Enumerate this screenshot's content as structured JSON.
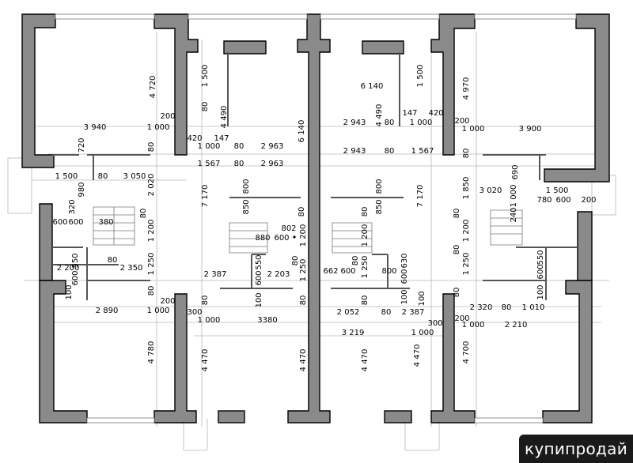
{
  "logo": {
    "text": "купипродай"
  },
  "dimensions": [
    {
      "id": "d-1500-a",
      "text": "1 500",
      "rotate": true
    },
    {
      "id": "d-4720",
      "text": "4 720",
      "rotate": true
    },
    {
      "id": "d-80-a",
      "text": "80",
      "rotate": true
    },
    {
      "id": "d-4490-a",
      "text": "4 490",
      "rotate": true
    },
    {
      "id": "d-200-a",
      "text": "200",
      "rotate": false
    },
    {
      "id": "d-3940",
      "text": "3 940",
      "rotate": false
    },
    {
      "id": "d-1000-a",
      "text": "1 000",
      "rotate": false
    },
    {
      "id": "d-420-a",
      "text": "420",
      "rotate": false
    },
    {
      "id": "d-147-a",
      "text": "147",
      "rotate": false
    },
    {
      "id": "d-1000-b",
      "text": "1 000",
      "rotate": false
    },
    {
      "id": "d-80-b",
      "text": "80",
      "rotate": false
    },
    {
      "id": "d-2963-a",
      "text": "2 963",
      "rotate": false
    },
    {
      "id": "d-6140-a",
      "text": "6 140",
      "rotate": true
    },
    {
      "id": "d-720",
      "text": "720",
      "rotate": true
    },
    {
      "id": "d-80-c",
      "text": "80",
      "rotate": true
    },
    {
      "id": "d-1500-b",
      "text": "1 500",
      "rotate": false
    },
    {
      "id": "d-80-d",
      "text": "80",
      "rotate": false
    },
    {
      "id": "d-3050",
      "text": "3 050",
      "rotate": false
    },
    {
      "id": "d-2020",
      "text": "2 020",
      "rotate": true
    },
    {
      "id": "d-1567-a",
      "text": "1 567",
      "rotate": false
    },
    {
      "id": "d-80-e",
      "text": "80",
      "rotate": false
    },
    {
      "id": "d-2963-b",
      "text": "2 963",
      "rotate": false
    },
    {
      "id": "d-980",
      "text": "980",
      "rotate": true
    },
    {
      "id": "d-7170-a",
      "text": "7 170",
      "rotate": true
    },
    {
      "id": "d-800-a",
      "text": "800",
      "rotate": true
    },
    {
      "id": "d-320",
      "text": "320",
      "rotate": true
    },
    {
      "id": "d-80-f",
      "text": "80",
      "rotate": true
    },
    {
      "id": "d-850-a",
      "text": "850",
      "rotate": true
    },
    {
      "id": "d-80-g",
      "text": "80",
      "rotate": true
    },
    {
      "id": "d-600-a",
      "text": "600",
      "rotate": false
    },
    {
      "id": "d-600-b",
      "text": "600",
      "rotate": false
    },
    {
      "id": "d-380",
      "text": "380",
      "rotate": false
    },
    {
      "id": "d-1200-a",
      "text": "1 200",
      "rotate": true
    },
    {
      "id": "d-802",
      "text": "802",
      "rotate": false
    },
    {
      "id": "d-880",
      "text": "880",
      "rotate": false
    },
    {
      "id": "d-600-c",
      "text": "600",
      "rotate": false
    },
    {
      "id": "d-1200-b",
      "text": "1 200",
      "rotate": true
    },
    {
      "id": "d-550-a",
      "text": "550",
      "rotate": true
    },
    {
      "id": "d-80-h",
      "text": "80",
      "rotate": false
    },
    {
      "id": "d-1250-a",
      "text": "1 250",
      "rotate": true
    },
    {
      "id": "d-2200",
      "text": "2 200",
      "rotate": false
    },
    {
      "id": "d-600-d",
      "text": "600",
      "rotate": true
    },
    {
      "id": "d-2350",
      "text": "2 350",
      "rotate": false
    },
    {
      "id": "d-2387-a",
      "text": "2 387",
      "rotate": false
    },
    {
      "id": "d-550-b",
      "text": "550",
      "rotate": true
    },
    {
      "id": "d-600-e",
      "text": "600",
      "rotate": true
    },
    {
      "id": "d-2203",
      "text": "2 203",
      "rotate": false
    },
    {
      "id": "d-80-i",
      "text": "80",
      "rotate": true
    },
    {
      "id": "d-1250-b",
      "text": "1 250",
      "rotate": true
    },
    {
      "id": "d-100-a",
      "text": "100",
      "rotate": true
    },
    {
      "id": "d-80-j",
      "text": "80",
      "rotate": true
    },
    {
      "id": "d-200-b",
      "text": "200",
      "rotate": false
    },
    {
      "id": "d-2890",
      "text": "2 890",
      "rotate": false
    },
    {
      "id": "d-1000-c",
      "text": "1 000",
      "rotate": false
    },
    {
      "id": "d-80-k",
      "text": "80",
      "rotate": true
    },
    {
      "id": "d-300-a",
      "text": "300",
      "rotate": false
    },
    {
      "id": "d-100-b",
      "text": "100",
      "rotate": true
    },
    {
      "id": "d-80-l",
      "text": "80",
      "rotate": true
    },
    {
      "id": "d-1000-d",
      "text": "1 000",
      "rotate": false
    },
    {
      "id": "d-3380",
      "text": "3380",
      "rotate": false
    },
    {
      "id": "d-4780",
      "text": "4 780",
      "rotate": true
    },
    {
      "id": "d-4470-a",
      "text": "4 470",
      "rotate": true
    },
    {
      "id": "d-4470-b",
      "text": "4 470",
      "rotate": true
    },
    {
      "id": "d-6140-b",
      "text": "6 140",
      "rotate": false
    },
    {
      "id": "d-1500-c",
      "text": "1 500",
      "rotate": true
    },
    {
      "id": "d-4490-b",
      "text": "4 490",
      "rotate": true
    },
    {
      "id": "d-147-b",
      "text": "147",
      "rotate": false
    },
    {
      "id": "d-420-b",
      "text": "420",
      "rotate": false
    },
    {
      "id": "d-4970",
      "text": "4 970",
      "rotate": true
    },
    {
      "id": "d-2943-a",
      "text": "2 943",
      "rotate": false
    },
    {
      "id": "d-80-m",
      "text": "80",
      "rotate": false
    },
    {
      "id": "d-1000-e",
      "text": "1 000",
      "rotate": false
    },
    {
      "id": "d-200-c",
      "text": "200",
      "rotate": false
    },
    {
      "id": "d-1000-f",
      "text": "1 000",
      "rotate": false
    },
    {
      "id": "d-3900",
      "text": "3 900",
      "rotate": false
    },
    {
      "id": "d-2943-b",
      "text": "2 943",
      "rotate": false
    },
    {
      "id": "d-80-n",
      "text": "80",
      "rotate": false
    },
    {
      "id": "d-1567-b",
      "text": "1 567",
      "rotate": false
    },
    {
      "id": "d-80-o",
      "text": "80",
      "rotate": true
    },
    {
      "id": "d-690",
      "text": "690",
      "rotate": true
    },
    {
      "id": "d-800-b",
      "text": "800",
      "rotate": true
    },
    {
      "id": "d-7170-b",
      "text": "7 170",
      "rotate": true
    },
    {
      "id": "d-1850",
      "text": "1 850",
      "rotate": true
    },
    {
      "id": "d-3020",
      "text": "3 020",
      "rotate": false
    },
    {
      "id": "d-1000-g",
      "text": "1 000",
      "rotate": true
    },
    {
      "id": "d-1500-d",
      "text": "1 500",
      "rotate": false
    },
    {
      "id": "d-850-b",
      "text": "850",
      "rotate": true
    },
    {
      "id": "d-80-p",
      "text": "80",
      "rotate": true
    },
    {
      "id": "d-80-q",
      "text": "80",
      "rotate": true
    },
    {
      "id": "d-240",
      "text": "240",
      "rotate": true
    },
    {
      "id": "d-780",
      "text": "780",
      "rotate": false
    },
    {
      "id": "d-600-f",
      "text": "600",
      "rotate": false
    },
    {
      "id": "d-200-d",
      "text": "200",
      "rotate": false
    },
    {
      "id": "d-1200-c",
      "text": "1 200",
      "rotate": true
    },
    {
      "id": "d-1200-d",
      "text": "1 200",
      "rotate": true
    },
    {
      "id": "d-80-r",
      "text": "80",
      "rotate": true
    },
    {
      "id": "d-662",
      "text": "662",
      "rotate": false
    },
    {
      "id": "d-600-g",
      "text": "600",
      "rotate": false
    },
    {
      "id": "d-1250-c",
      "text": "1 250",
      "rotate": true
    },
    {
      "id": "d-800-c",
      "text": "800",
      "rotate": false
    },
    {
      "id": "d-600-h",
      "text": "600",
      "rotate": true
    },
    {
      "id": "d-630",
      "text": "630",
      "rotate": true
    },
    {
      "id": "d-80-s",
      "text": "80",
      "rotate": true
    },
    {
      "id": "d-1250-d",
      "text": "1 250",
      "rotate": true
    },
    {
      "id": "d-600-i",
      "text": "600",
      "rotate": true
    },
    {
      "id": "d-550-c",
      "text": "550",
      "rotate": true
    },
    {
      "id": "d-100-c",
      "text": "100",
      "rotate": true
    },
    {
      "id": "d-80-t",
      "text": "80",
      "rotate": true
    },
    {
      "id": "d-2052",
      "text": "2 052",
      "rotate": false
    },
    {
      "id": "d-80-u",
      "text": "80",
      "rotate": false
    },
    {
      "id": "d-2387-b",
      "text": "2 387",
      "rotate": false
    },
    {
      "id": "d-100-d",
      "text": "100",
      "rotate": true
    },
    {
      "id": "d-80-v",
      "text": "80",
      "rotate": true
    },
    {
      "id": "d-2320",
      "text": "2 320",
      "rotate": false
    },
    {
      "id": "d-80-w",
      "text": "80",
      "rotate": false
    },
    {
      "id": "d-1010",
      "text": "1 010",
      "rotate": false
    },
    {
      "id": "d-100-e",
      "text": "100",
      "rotate": true
    },
    {
      "id": "d-3219",
      "text": "3 219",
      "rotate": false
    },
    {
      "id": "d-300-b",
      "text": "300",
      "rotate": false
    },
    {
      "id": "d-1000-h",
      "text": "1 000",
      "rotate": false
    },
    {
      "id": "d-200-e",
      "text": "200",
      "rotate": false
    },
    {
      "id": "d-1000-i",
      "text": "1 000",
      "rotate": false
    },
    {
      "id": "d-2210",
      "text": "2 210",
      "rotate": false
    },
    {
      "id": "d-4470-c",
      "text": "4 470",
      "rotate": true
    },
    {
      "id": "d-4470-d",
      "text": "4 470",
      "rotate": true
    },
    {
      "id": "d-4700",
      "text": "4 700",
      "rotate": true
    }
  ]
}
